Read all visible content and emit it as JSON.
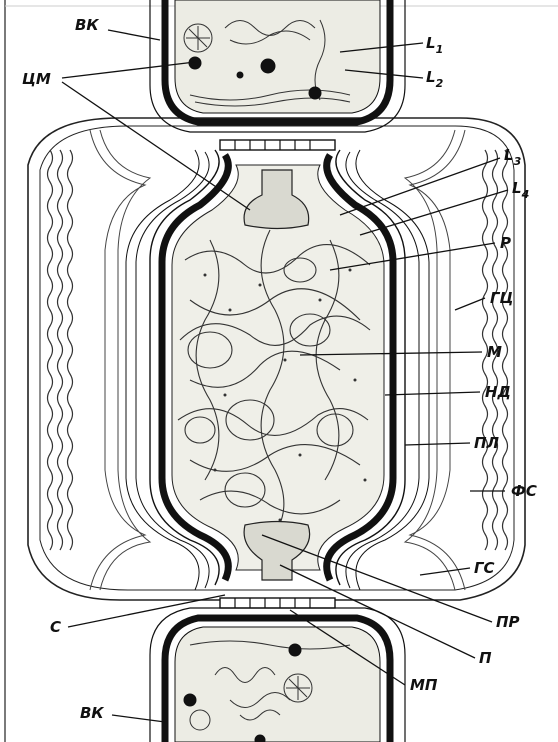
{
  "diagram": {
    "labels": {
      "vk_top": "ВК",
      "cm": "ЦМ",
      "l1": "L",
      "l1_sub": "1",
      "l2": "L",
      "l2_sub": "2",
      "l3": "L",
      "l3_sub": "3",
      "l4": "L",
      "l4_sub": "4",
      "p": "Р",
      "gc": "ГЦ",
      "m": "М",
      "nd": "НД",
      "pl": "ПЛ",
      "fs": "ФС",
      "gs": "ГС",
      "c": "С",
      "pr": "ПР",
      "p_lower": "П",
      "mp": "МП",
      "vk_bottom": "ВК"
    }
  }
}
